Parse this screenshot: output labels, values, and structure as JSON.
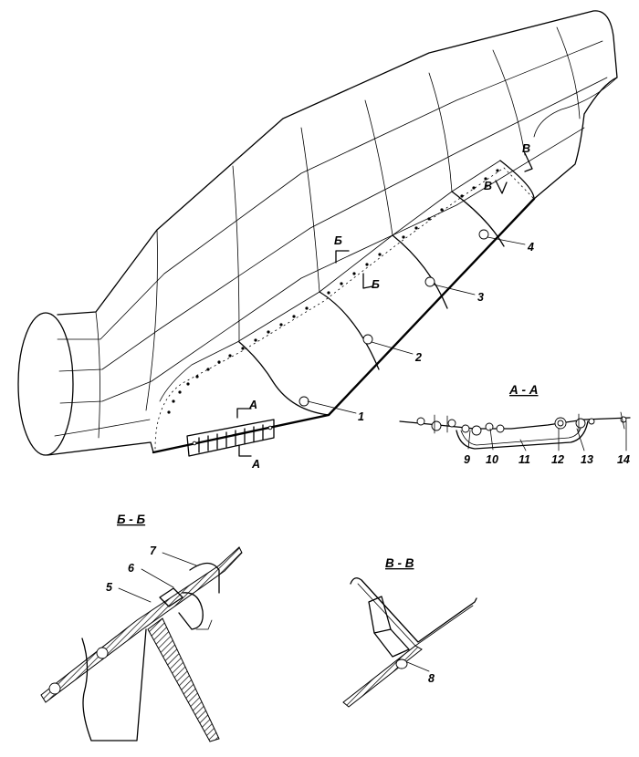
{
  "callouts": {
    "c1": "1",
    "c2": "2",
    "c3": "3",
    "c4": "4",
    "c5": "5",
    "c6": "6",
    "c7": "7",
    "c8": "8",
    "c9": "9",
    "c10": "10",
    "c11": "11",
    "c12": "12",
    "c13": "13",
    "c14": "14"
  },
  "cut_marks": {
    "a_top": "А",
    "a_bottom": "А",
    "b_top": "Б",
    "b_bottom": "Б",
    "v_top": "В",
    "v_bottom": "В"
  },
  "section_titles": {
    "aa": "А - А",
    "bb": "Б - Б",
    "vv": "В - В"
  }
}
